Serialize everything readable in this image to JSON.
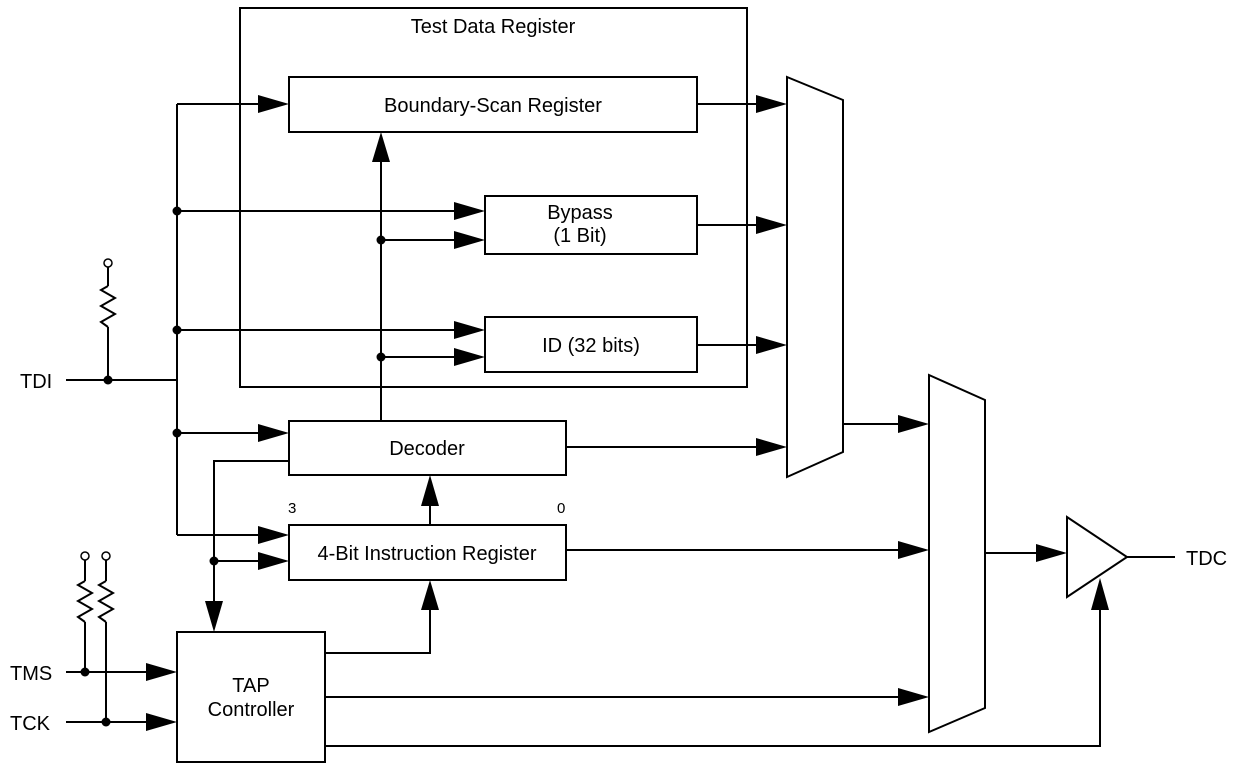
{
  "diagram": {
    "frame_title": "Test Data Register",
    "blocks": {
      "boundary_scan": "Boundary-Scan Register",
      "bypass_line1": "Bypass",
      "bypass_line2": "(1 Bit)",
      "id_register": "ID (32 bits)",
      "decoder": "Decoder",
      "instruction_register": "4-Bit Instruction Register",
      "tap_line1": "TAP",
      "tap_line2": "Controller"
    },
    "bit_labels": {
      "msb": "3",
      "lsb": "0"
    },
    "signals": {
      "tdi": "TDI",
      "tms": "TMS",
      "tck": "TCK",
      "tdo": "TDC"
    }
  }
}
